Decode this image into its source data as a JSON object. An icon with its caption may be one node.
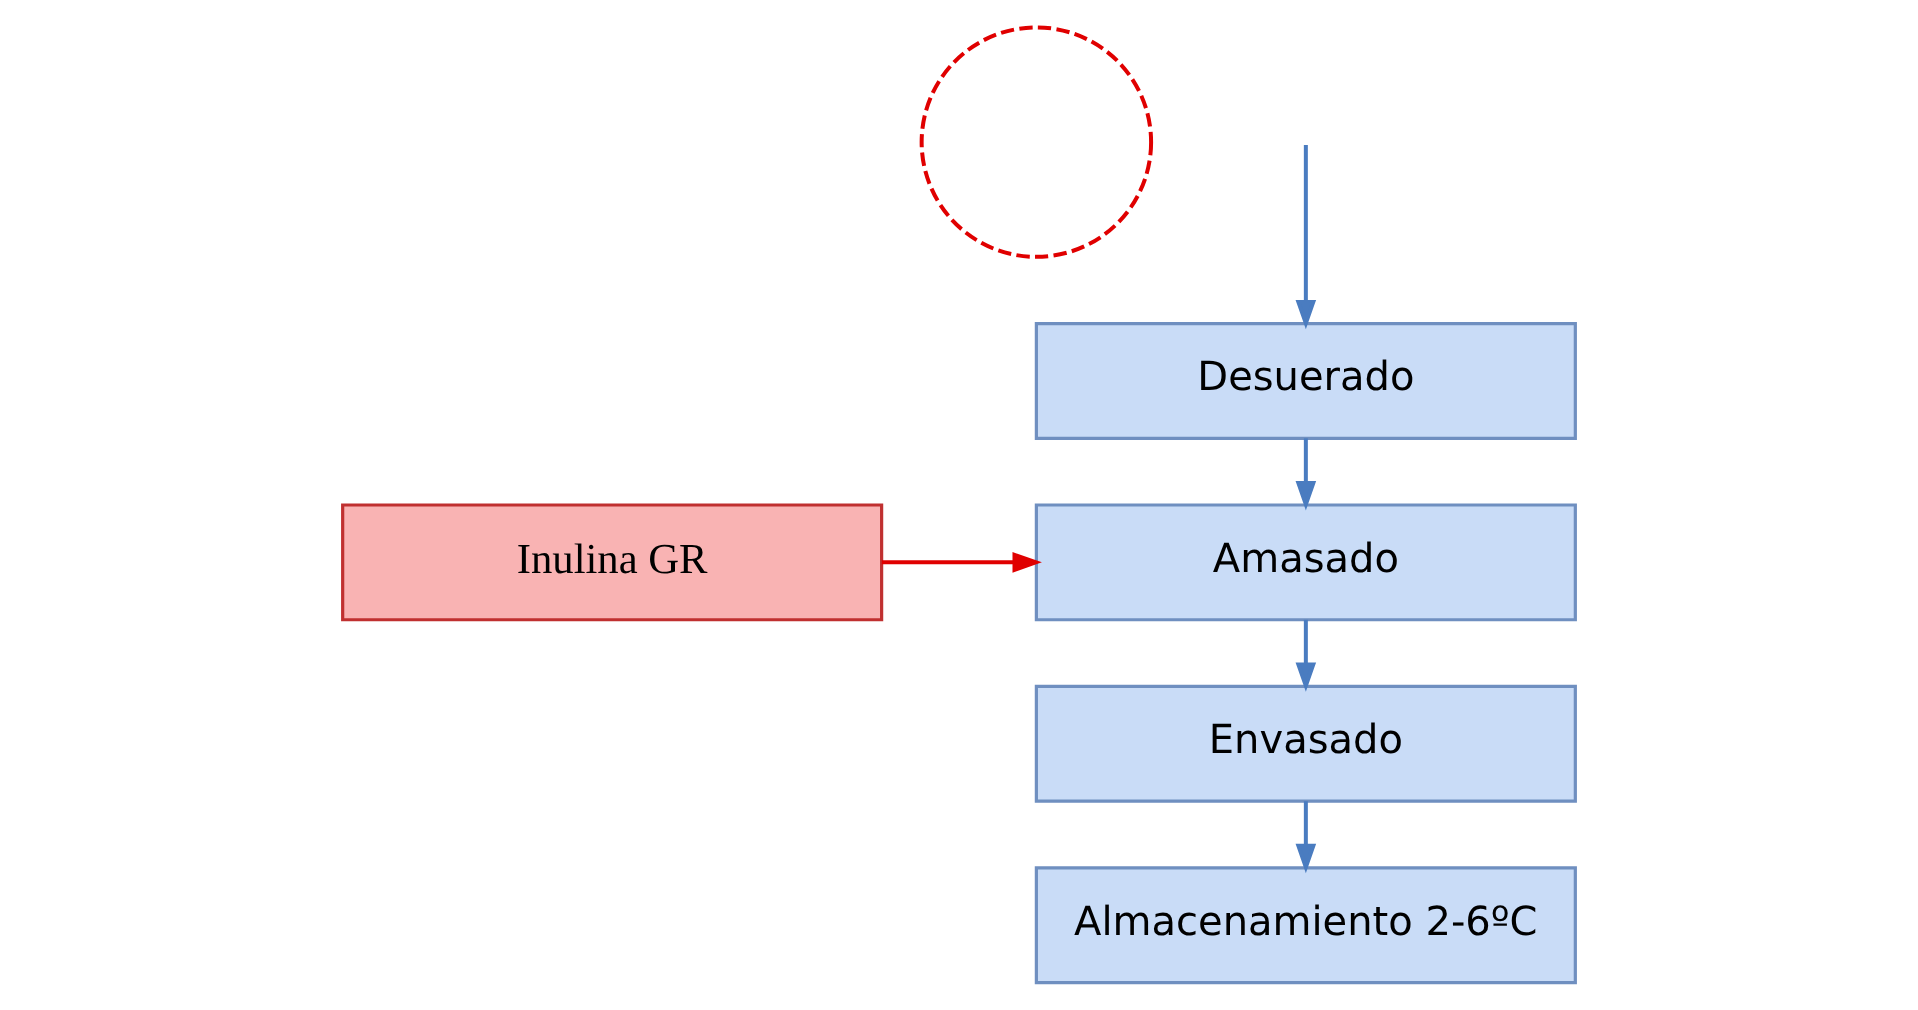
{
  "diagram": {
    "nodes": [
      {
        "text": [],
        "shape": "circle"
      },
      {
        "text": [
          "Desuerado"
        ]
      },
      {
        "text": [
          "Amasado"
        ]
      },
      {
        "text": [
          "Envasado"
        ]
      },
      {
        "text": [
          "Almacenamiento 2-6ºC"
        ]
      },
      {
        "text": [
          "Inulina GR"
        ]
      }
    ],
    "edges": [
      {
        "from": null,
        "to": 1,
        "arrow": "to"
      },
      {
        "from": 1,
        "to": 2,
        "arrow": "to"
      },
      {
        "from": 2,
        "to": 3,
        "arrow": "to"
      },
      {
        "from": 3,
        "to": 4,
        "arrow": "to"
      },
      {
        "from": 5,
        "to": 2,
        "arrow": "to",
        "color": "#e00000"
      }
    ]
  }
}
